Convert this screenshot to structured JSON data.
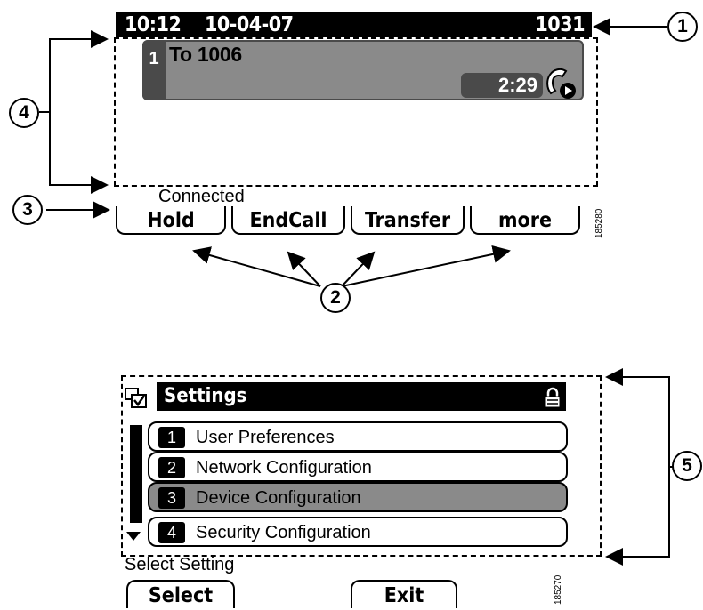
{
  "top_screen": {
    "header": {
      "time": "10:12",
      "date": "10-04-07",
      "extension": "1031"
    },
    "call": {
      "line_number": "1",
      "label": "To 1006",
      "timer": "2:29",
      "state_icon": "call-connected-icon"
    },
    "status": "Connected",
    "softkeys": [
      "Hold",
      "EndCall",
      "Transfer",
      "more"
    ],
    "figure_id": "185280"
  },
  "bottom_screen": {
    "header": {
      "title": "Settings",
      "settings_icon": "settings-checkbox-icon",
      "lock_icon": "lock-icon"
    },
    "menu": [
      {
        "number": "1",
        "label": "User Preferences",
        "selected": false
      },
      {
        "number": "2",
        "label": "Network Configuration",
        "selected": false
      },
      {
        "number": "3",
        "label": "Device Configuration",
        "selected": true
      },
      {
        "number": "4",
        "label": "Security Configuration",
        "selected": false
      }
    ],
    "status": "Select Setting",
    "softkeys": [
      "Select",
      "Exit"
    ],
    "figure_id": "185270"
  },
  "callouts": [
    "1",
    "2",
    "3",
    "4",
    "5"
  ],
  "colors": {
    "header_bg": "#000000",
    "call_bg": "#8a8a8a",
    "selected_bg": "#8a8a8a",
    "badge_bg": "#4a4a4a"
  }
}
